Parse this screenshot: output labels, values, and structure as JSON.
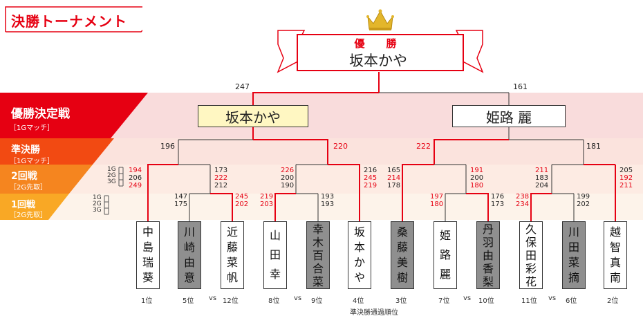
{
  "title": "決勝トーナメント",
  "rounds": [
    {
      "label": "優勝決定戦",
      "sub": "［1Gマッチ］"
    },
    {
      "label": "準決勝",
      "sub": "［1Gマッチ］"
    },
    {
      "label": "2回戦",
      "sub": "［2G先取］"
    },
    {
      "label": "1回戦",
      "sub": "［2G先取］"
    }
  ],
  "game_labels": [
    "1G",
    "2G",
    "3G"
  ],
  "champion": {
    "label": "優　勝",
    "name": "坂本かや"
  },
  "final": {
    "left_name": "坂本かや",
    "right_name": "姫路 麗",
    "left_score": "247",
    "right_score": "161"
  },
  "semis": [
    {
      "left_score": "196",
      "right_score": "220"
    },
    {
      "left_score": "222",
      "right_score": "181"
    }
  ],
  "round2": [
    {
      "left": [
        "194",
        "206",
        "249"
      ],
      "right": [
        "173",
        "222",
        "212"
      ]
    },
    {
      "left": [
        "226",
        "200",
        "190"
      ],
      "right": [
        "216",
        "245",
        "219"
      ]
    },
    {
      "left": [
        "165",
        "214",
        "178"
      ],
      "right": [
        "191",
        "200",
        "180"
      ]
    },
    {
      "left": [
        "211",
        "183",
        "204"
      ],
      "right": [
        "205",
        "192",
        "211"
      ]
    }
  ],
  "round1": [
    {
      "left": [
        "147",
        "175"
      ],
      "right": [
        "245",
        "202"
      ]
    },
    {
      "left": [
        "219",
        "203"
      ],
      "right": [
        "193",
        "193"
      ]
    },
    {
      "left": [
        "197",
        "180"
      ],
      "right": [
        "176",
        "173"
      ]
    },
    {
      "left": [
        "238",
        "234"
      ],
      "right": [
        "199",
        "202"
      ]
    }
  ],
  "players": [
    {
      "name": [
        "中",
        "島",
        "瑞",
        "葵"
      ],
      "rank": "1位"
    },
    {
      "name": [
        "川",
        "崎",
        "由",
        "意"
      ],
      "rank": "5位"
    },
    {
      "name": [
        "近",
        "藤",
        "菜",
        "帆"
      ],
      "rank": "12位"
    },
    {
      "name": [
        "山",
        "田",
        "幸"
      ],
      "rank": "8位"
    },
    {
      "name": [
        "幸",
        "木",
        "百",
        "合",
        "菜"
      ],
      "rank": "9位"
    },
    {
      "name": [
        "坂",
        "本",
        "か",
        "や"
      ],
      "rank": "4位"
    },
    {
      "name": [
        "桑",
        "藤",
        "美",
        "樹"
      ],
      "rank": "3位"
    },
    {
      "name": [
        "姫",
        "路",
        "麗"
      ],
      "rank": "7位"
    },
    {
      "name": [
        "丹",
        "羽",
        "由",
        "香",
        "梨"
      ],
      "rank": "10位"
    },
    {
      "name": [
        "久",
        "保",
        "田",
        "彩",
        "花"
      ],
      "rank": "11位"
    },
    {
      "name": [
        "川",
        "田",
        "菜",
        "摘"
      ],
      "rank": "6位"
    },
    {
      "name": [
        "越",
        "智",
        "真",
        "南"
      ],
      "rank": "2位"
    }
  ],
  "vs_label": "vs",
  "footnote": "準決勝通過順位",
  "colors": {
    "accent": "#e60012",
    "band1": "#e60012",
    "band2": "#f24a12",
    "band3": "#f5851f",
    "band4": "#f9a825",
    "bg1": "#f9dcdc",
    "bg2": "#fbe3dd",
    "bg3": "#fdebe3",
    "bg4": "#fdf3ea",
    "highlight": "#fff7c2"
  }
}
